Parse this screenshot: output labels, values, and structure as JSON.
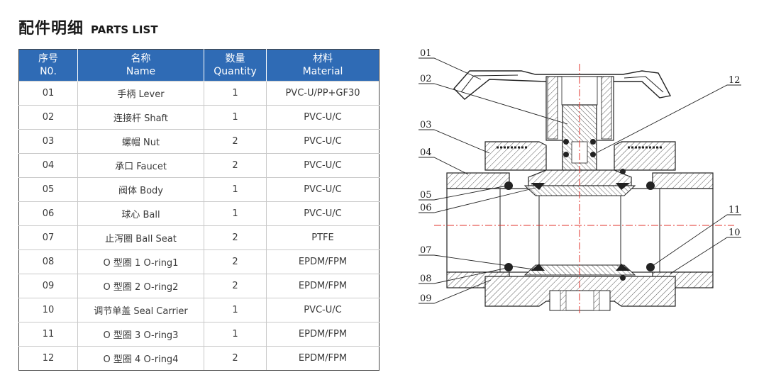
{
  "title": {
    "cn": "配件明细",
    "en": "PARTS LIST"
  },
  "table": {
    "headers": [
      {
        "cn": "序号",
        "en": "N0."
      },
      {
        "cn": "名称",
        "en": "Name"
      },
      {
        "cn": "数量",
        "en": "Quantity"
      },
      {
        "cn": "材料",
        "en": "Material"
      }
    ],
    "rows": [
      {
        "no": "01",
        "name": "手柄 Lever",
        "qty": "1",
        "material": "PVC-U/PP+GF30"
      },
      {
        "no": "02",
        "name": "连接杆 Shaft",
        "qty": "1",
        "material": "PVC-U/C"
      },
      {
        "no": "03",
        "name": "螺帽 Nut",
        "qty": "2",
        "material": "PVC-U/C"
      },
      {
        "no": "04",
        "name": "承口 Faucet",
        "qty": "2",
        "material": "PVC-U/C"
      },
      {
        "no": "05",
        "name": "阀体 Body",
        "qty": "1",
        "material": "PVC-U/C"
      },
      {
        "no": "06",
        "name": "球心 Ball",
        "qty": "1",
        "material": "PVC-U/C"
      },
      {
        "no": "07",
        "name": "止泻圈 Ball Seat",
        "qty": "2",
        "material": "PTFE"
      },
      {
        "no": "08",
        "name": "O 型圈 1 O-ring1",
        "qty": "2",
        "material": "EPDM/FPM"
      },
      {
        "no": "09",
        "name": "O 型圈 2 O-ring2",
        "qty": "2",
        "material": "EPDM/FPM"
      },
      {
        "no": "10",
        "name": "调节单盖 Seal Carrier",
        "qty": "1",
        "material": "PVC-U/C"
      },
      {
        "no": "11",
        "name": "O 型圈 3 O-ring3",
        "qty": "1",
        "material": "EPDM/FPM"
      },
      {
        "no": "12",
        "name": "O 型圈 4 O-ring4",
        "qty": "2",
        "material": "EPDM/FPM"
      }
    ]
  },
  "diagram": {
    "labels": {
      "l01": "01",
      "l02": "02",
      "l03": "03",
      "l04": "04",
      "l05": "05",
      "l06": "06",
      "l07": "07",
      "l08": "08",
      "l09": "09",
      "l10": "10",
      "l11": "11",
      "l12": "12"
    }
  },
  "colors": {
    "header_bg": "#2f6bb5",
    "centerline": "#e0302a"
  }
}
